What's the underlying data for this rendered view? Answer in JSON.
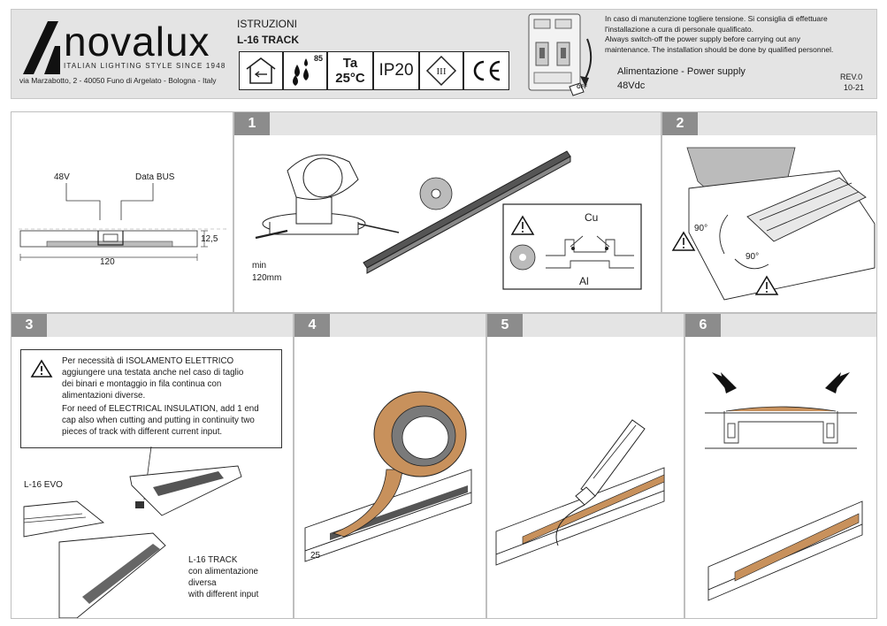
{
  "brand": {
    "name": "novalux",
    "tagline": "ITALIAN LIGHTING STYLE SINCE 1948",
    "address": "via Marzabotto, 2 - 40050 Funo di Argelato - Bologna - Italy"
  },
  "doc": {
    "title": "ISTRUZIONI",
    "product": "L-16 TRACK",
    "rev": "REV.0",
    "date": "10-21"
  },
  "symbols": {
    "ip_water": "85",
    "ta_label": "Ta",
    "ta_value": "25°C",
    "ip": "IP20",
    "class": "III",
    "ce": "CE"
  },
  "switch_label": "OFF",
  "notice": {
    "it_1": "In caso di manutenzione togliere tensione. Si consiglia di effettuare",
    "it_2": "l'installazione a cura di personale qualificato.",
    "en_1": "Always switch-off the power supply before carrying out any",
    "en_2": "maintenance. The installation should be done by qualified personnel."
  },
  "power": {
    "label": "Alimentazione - Power supply",
    "value": "48Vdc"
  },
  "section": {
    "label_48v": "48V",
    "label_bus": "Data BUS",
    "width": "120",
    "height": "12,5"
  },
  "steps": {
    "s1": {
      "num": "1",
      "min": "min",
      "min_val": "120mm",
      "cu": "Cu",
      "al": "Al"
    },
    "s2": {
      "num": "2",
      "angle1": "90°",
      "angle2": "90°"
    },
    "s3": {
      "num": "3",
      "warn_it_1": "Per necessità di ISOLAMENTO ELETTRICO",
      "warn_it_2": "aggiungere una testata anche nel caso di taglio",
      "warn_it_3": "dei binari e montaggio in fila continua con",
      "warn_it_4": "alimentazioni diverse.",
      "warn_en_1": "For need of ELECTRICAL INSULATION, add 1 end",
      "warn_en_2": "cap also when cutting and putting in continuity two",
      "warn_en_3": "pieces of track with different current input.",
      "evo": "L-16 EVO",
      "track_1": "L-16 TRACK",
      "track_2": "con alimentazione",
      "track_3": "diversa",
      "track_4": "with different input"
    },
    "s4": {
      "num": "4",
      "width": "25"
    },
    "s5": {
      "num": "5"
    },
    "s6": {
      "num": "6"
    }
  }
}
